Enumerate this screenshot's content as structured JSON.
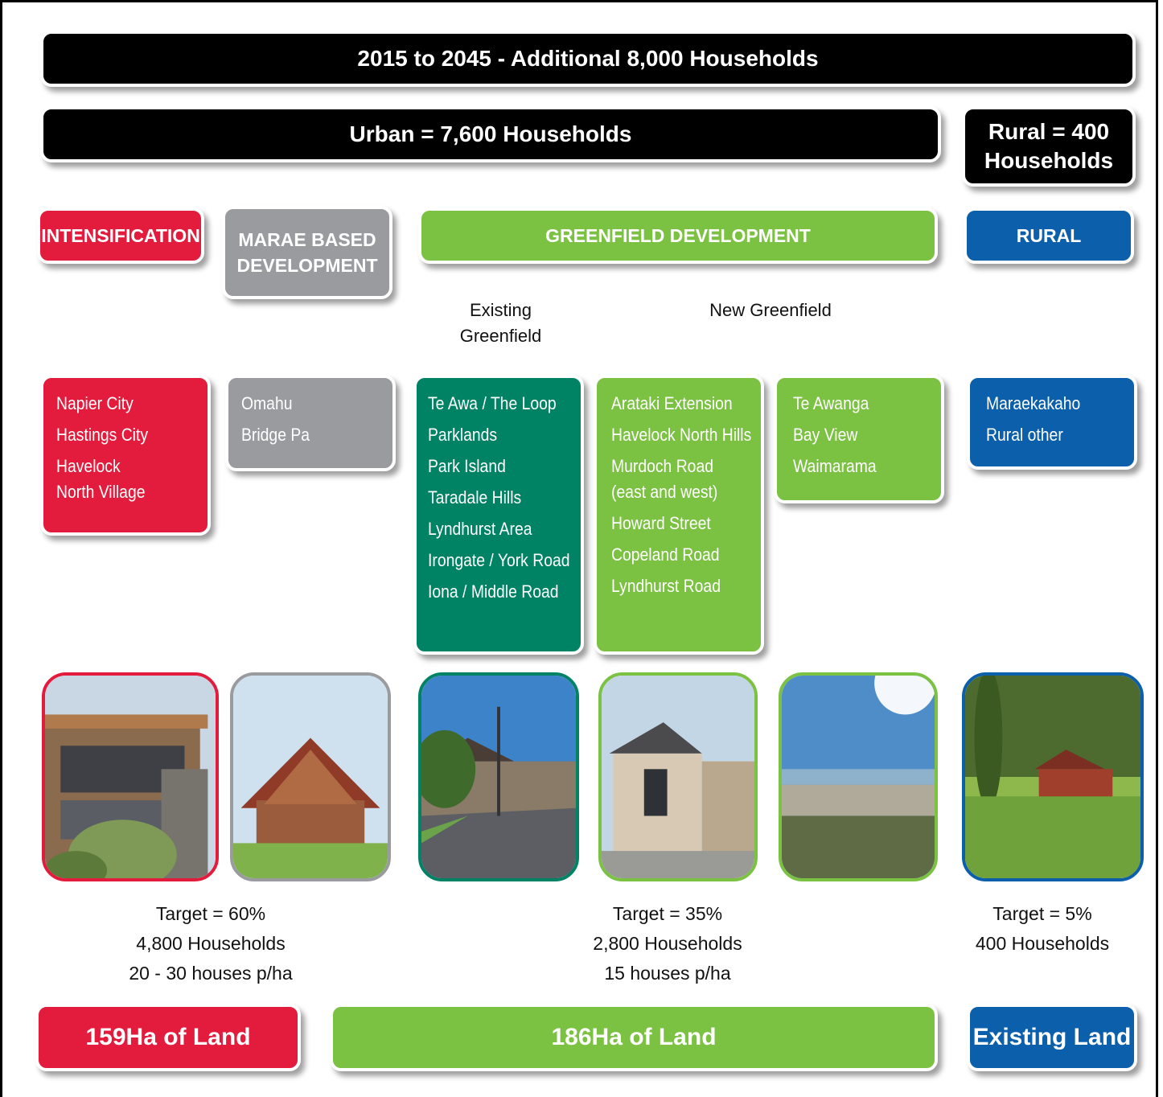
{
  "header": {
    "title": "2015 to 2045 - Additional 8,000 Households",
    "urban": "Urban = 7,600 Households",
    "rural_line1": "Rural = 400",
    "rural_line2": "Households"
  },
  "categories": {
    "intensification": "INTENSIFICATION",
    "marae_line1": "MARAE BASED",
    "marae_line2": "DEVELOPMENT",
    "greenfield": "GREENFIELD DEVELOPMENT",
    "rural": "RURAL"
  },
  "subheadings": {
    "existing_line1": "Existing",
    "existing_line2": "Greenfield",
    "new": "New Greenfield"
  },
  "lists": {
    "intensification": [
      "Napier City",
      "Hastings City",
      "Havelock North Village"
    ],
    "marae": [
      "Omahu",
      "Bridge Pa"
    ],
    "existing_greenfield": [
      "Te Awa / The Loop",
      "Parklands",
      "Park Island",
      "Taradale Hills",
      "Lyndhurst Area",
      "Irongate / York Road",
      "Iona / Middle Road"
    ],
    "new_greenfield_a": [
      "Arataki Extension",
      "Havelock North Hills",
      "Murdoch Road (east and west)",
      "Howard Street",
      "Copeland Road",
      "Lyndhurst Road"
    ],
    "new_greenfield_b": [
      "Te Awanga",
      "Bay View",
      "Waimarama"
    ],
    "rural": [
      "Maraekakaho",
      "Rural other"
    ]
  },
  "photos": [
    {
      "name": "apartment-building-photo",
      "border": "#e31b3c"
    },
    {
      "name": "marae-building-photo",
      "border": "#9a9b9e"
    },
    {
      "name": "suburban-street-photo",
      "border": "#008264"
    },
    {
      "name": "new-house-photo",
      "border": "#7bc142"
    },
    {
      "name": "beach-photo",
      "border": "#7bc142"
    },
    {
      "name": "rural-farmhouse-photo",
      "border": "#0b5fab"
    }
  ],
  "targets": {
    "intensification": {
      "line1": "Target = 60%",
      "line2": "4,800 Households",
      "line3": "20 - 30 houses p/ha"
    },
    "greenfield": {
      "line1": "Target = 35%",
      "line2": "2,800 Households",
      "line3": "15 houses p/ha"
    },
    "rural": {
      "line1": "Target = 5%",
      "line2": "400 Households"
    }
  },
  "land": {
    "intensification": "159Ha of Land",
    "greenfield": "186Ha of Land",
    "rural": "Existing Land"
  },
  "colors": {
    "black": "#000000",
    "intensification_red": "#e31b3c",
    "marae_grey": "#9a9b9e",
    "greenfield_light_green": "#7bc142",
    "existing_greenfield_dark_green": "#008264",
    "rural_blue": "#0b5fab"
  }
}
